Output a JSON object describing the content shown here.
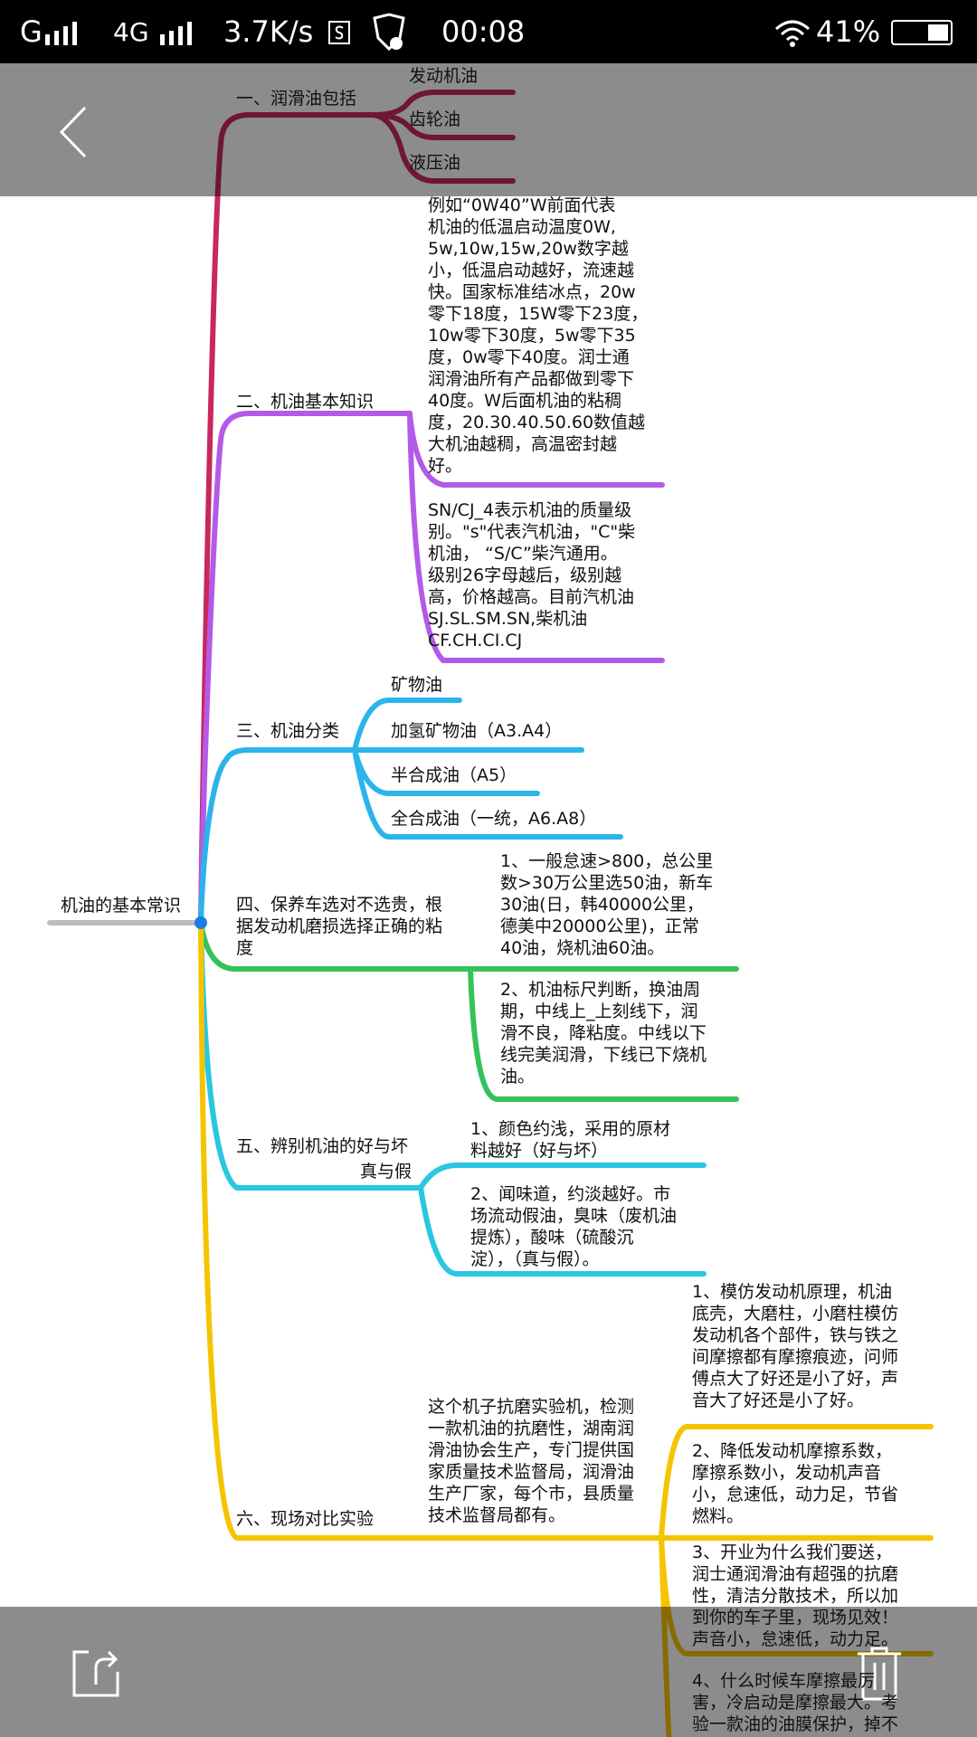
{
  "status_bar": {
    "network1": "G",
    "network2": "4G",
    "speed": "3.7K/s",
    "time": "00:08",
    "battery": "41%"
  },
  "mindmap": {
    "root": "机油的基本常识",
    "branches": [
      {
        "label": "一、润滑油包括",
        "color": "#c8285c",
        "children": [
          "发动机油",
          "齿轮油",
          "液压油"
        ]
      },
      {
        "label": "二、机油基本知识",
        "color": "#b45ae8",
        "children": [
          "例如“0W40”W前面代表\n机油的低温启动温度0W,\n5w,10w,15w,20w数字越\n小，低温启动越好，流速越\n快。国家标准结冰点，20w\n零下18度，15W零下23度，\n10w零下30度，5w零下35\n度，0w零下40度。润士通\n润滑油所有产品都做到零下\n40度。W后面机油的粘稠\n度，20.30.40.50.60数值越\n大机油越稠，高温密封越\n好。",
          "SN/CJ_4表示机油的质量级\n别。\"s\"代表汽机油，\"C\"柴\n机油， “S/C”柴汽通用。\n级别26字母越后，级别越\n高，价格越高。目前汽机油\nSJ.SL.SM.SN,柴机油\nCF.CH.CI.CJ"
        ]
      },
      {
        "label": "三、机油分类",
        "color": "#2cb4ea",
        "children": [
          "矿物油",
          "加氢矿物油（A3.A4）",
          "半合成油（A5）",
          "全合成油（一统，A6.A8）"
        ]
      },
      {
        "label": "四、保养车选对不选贵，根\n据发动机磨损选择正确的粘\n度",
        "color": "#34c25a",
        "children": [
          "1、一般怠速>800，总公里\n数>30万公里选50油，新车\n30油(日，韩40000公里，\n德美中20000公里)，正常\n40油，烧机油60油。",
          "2、机油标尺判断，换油周\n期，中线上_上刻线下，润\n滑不良，降粘度。中线以下\n线完美润滑，下线已下烧机\n油。"
        ]
      },
      {
        "label": "五、辨别机油的好与坏",
        "label2": "真与假",
        "color": "#2ac6e2",
        "children": [
          "1、颜色约浅，采用的原材\n料越好（好与坏）",
          "2、闻味道，约淡越好。市\n场流动假油，臭味（废机油\n提炼），酸味（硫酸沉\n淀），（真与假）。"
        ]
      },
      {
        "label": "六、现场对比实验",
        "color": "#f5c400",
        "note": "这个机子抗磨实验机，检测\n一款机油的抗磨性，湖南润\n滑油协会生产，专门提供国\n家质量技术监督局，润滑油\n生产厂家，每个市，县质量\n技术监督局都有。",
        "children": [
          "1、模仿发动机原理，机油\n底壳，大磨柱，小磨柱模仿\n发动机各个部件，铁与铁之\n间摩擦都有摩擦痕迹，问师\n傅点大了好还是小了好，声\n音大了好还是小了好。",
          "2、降低发动机摩擦系数，\n摩擦系数小，发动机声音\n小，怠速低，动力足，节省\n燃料。",
          "3、开业为什么我们要送，\n润士通润滑油有超强的抗磨\n性，清洁分散技术，所以加\n到你的车子里，现场见效！\n声音小，怠速低，动力足。",
          "4、什么时候车摩擦最厉\n害，冷启动是摩擦最大。考\n验一款油的油膜保护，掉不"
        ]
      }
    ]
  }
}
